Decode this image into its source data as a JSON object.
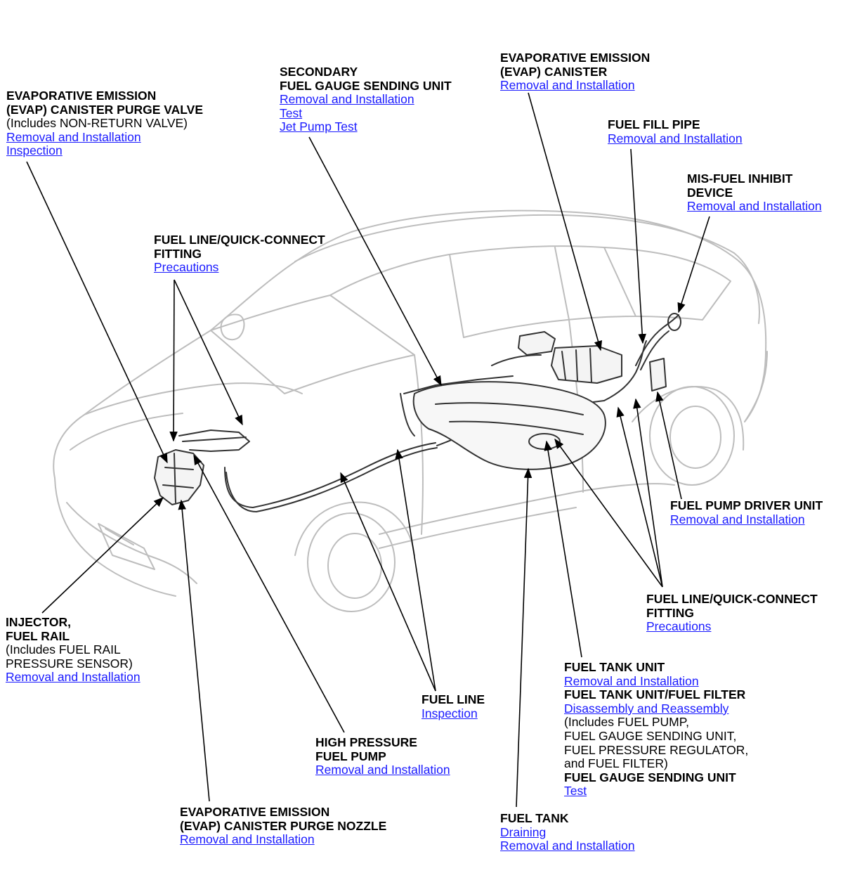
{
  "colors": {
    "link": "#1a1aff",
    "text": "#000000",
    "car_line": "#bdbdbd",
    "part_line": "#333333",
    "leader": "#000000"
  },
  "callouts": {
    "purge_valve": {
      "title1": "EVAPORATIVE EMISSION",
      "title2": "(EVAP) CANISTER PURGE VALVE",
      "note": "(Includes NON-RETURN VALVE)",
      "link1": "Removal and Installation",
      "link2": "Inspection"
    },
    "secondary_gauge": {
      "title1": "SECONDARY",
      "title2": "FUEL GAUGE SENDING UNIT",
      "link1": "Removal and Installation",
      "link2": "Test",
      "link3": "Jet Pump Test"
    },
    "evap_canister": {
      "title1": "EVAPORATIVE EMISSION",
      "title2": "(EVAP) CANISTER",
      "link1": "Removal and Installation"
    },
    "fill_pipe": {
      "title1": "FUEL FILL PIPE",
      "link1": "Removal and Installation"
    },
    "misfuel": {
      "title1": "MIS-FUEL INHIBIT",
      "title2": "DEVICE",
      "link1": "Removal and Installation"
    },
    "quick_connect_front": {
      "title1": "FUEL LINE/QUICK-CONNECT",
      "title2": "FITTING",
      "link1": "Precautions"
    },
    "pump_driver": {
      "title1": "FUEL PUMP DRIVER UNIT",
      "link1": "Removal and Installation"
    },
    "quick_connect_rear": {
      "title1": "FUEL LINE/QUICK-CONNECT",
      "title2": "FITTING",
      "link1": "Precautions"
    },
    "injector": {
      "title1": "INJECTOR,",
      "title2": "FUEL RAIL",
      "note1": "(Includes FUEL RAIL",
      "note2": "PRESSURE SENSOR)",
      "link1": "Removal and Installation"
    },
    "tank_unit": {
      "title1": "FUEL TANK UNIT",
      "link1": "Removal and Installation",
      "title2": "FUEL TANK UNIT/FUEL FILTER",
      "link2": "Disassembly and Reassembly",
      "note1": "(Includes FUEL PUMP,",
      "note2": "FUEL GAUGE SENDING UNIT,",
      "note3": "FUEL PRESSURE REGULATOR,",
      "note4": "and FUEL FILTER)",
      "title3": "FUEL GAUGE SENDING UNIT",
      "link3": "Test"
    },
    "fuel_line": {
      "title1": "FUEL LINE",
      "link1": "Inspection"
    },
    "hp_pump": {
      "title1": "HIGH PRESSURE",
      "title2": "FUEL PUMP",
      "link1": "Removal and Installation"
    },
    "purge_nozzle": {
      "title1": "EVAPORATIVE EMISSION",
      "title2": "(EVAP) CANISTER PURGE NOZZLE",
      "link1": "Removal and Installation"
    },
    "fuel_tank": {
      "title1": "FUEL TANK",
      "link1": "Draining",
      "link2": "Removal and Installation"
    }
  }
}
